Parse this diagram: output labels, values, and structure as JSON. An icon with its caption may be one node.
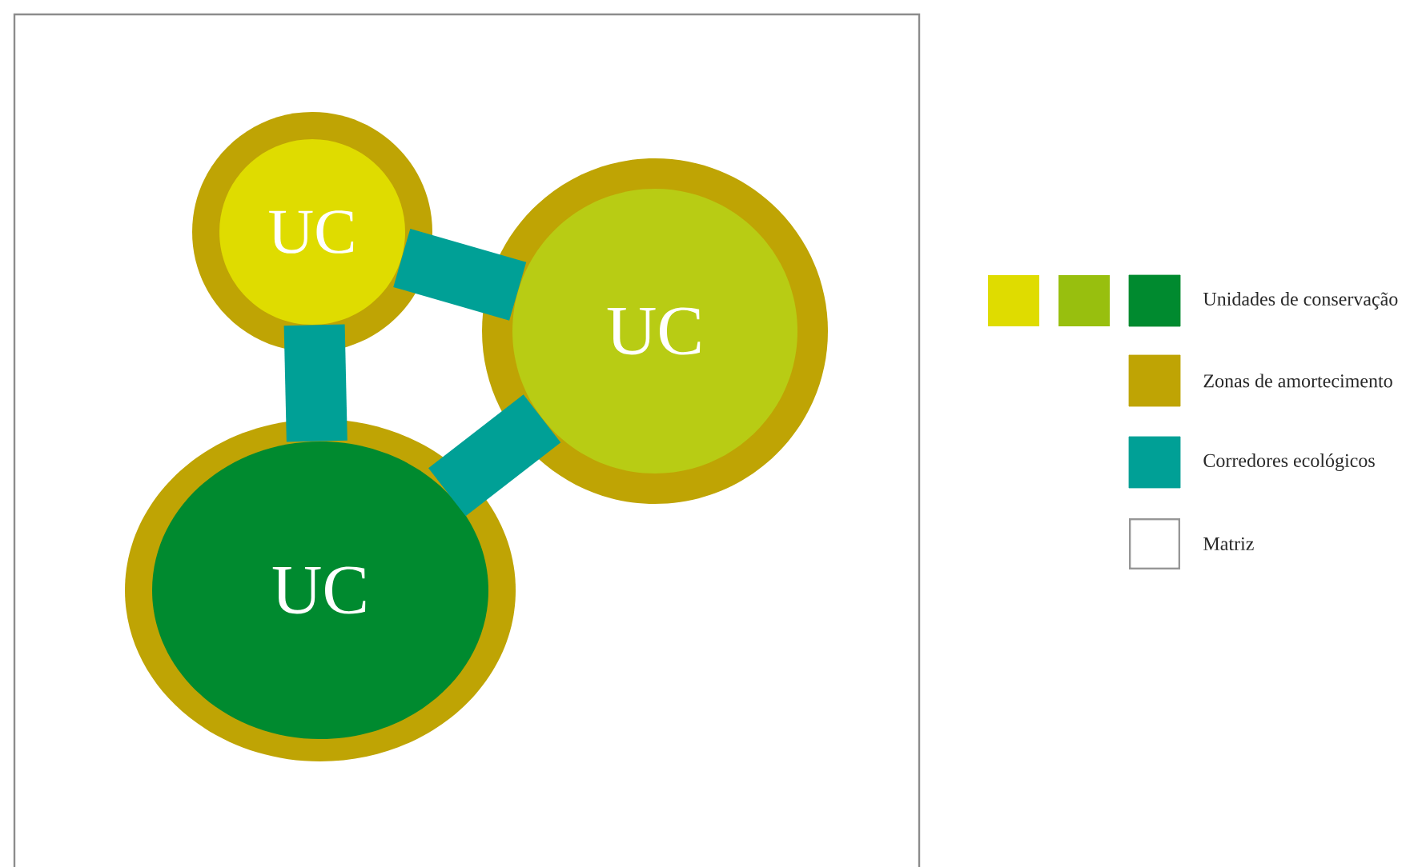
{
  "diagram": {
    "nodes": [
      {
        "text": [
          "UC"
        ]
      },
      {
        "text": [
          "UC"
        ]
      },
      {
        "text": [
          "UC"
        ]
      }
    ],
    "edges": [
      {
        "from": 0,
        "to": 1,
        "arrow": "none"
      },
      {
        "from": 0,
        "to": 2,
        "arrow": "none"
      },
      {
        "from": 2,
        "to": 1,
        "arrow": "none"
      }
    ],
    "legend": [
      {
        "text": "Unidades de conservação",
        "color": "#008a2f"
      },
      {
        "text": "Zonas de amortecimento",
        "color": "#bfa404"
      },
      {
        "text": "Corredores ecológicos",
        "color": "#00a096"
      },
      {
        "text": "Matriz",
        "color": "#ffffff"
      }
    ]
  }
}
